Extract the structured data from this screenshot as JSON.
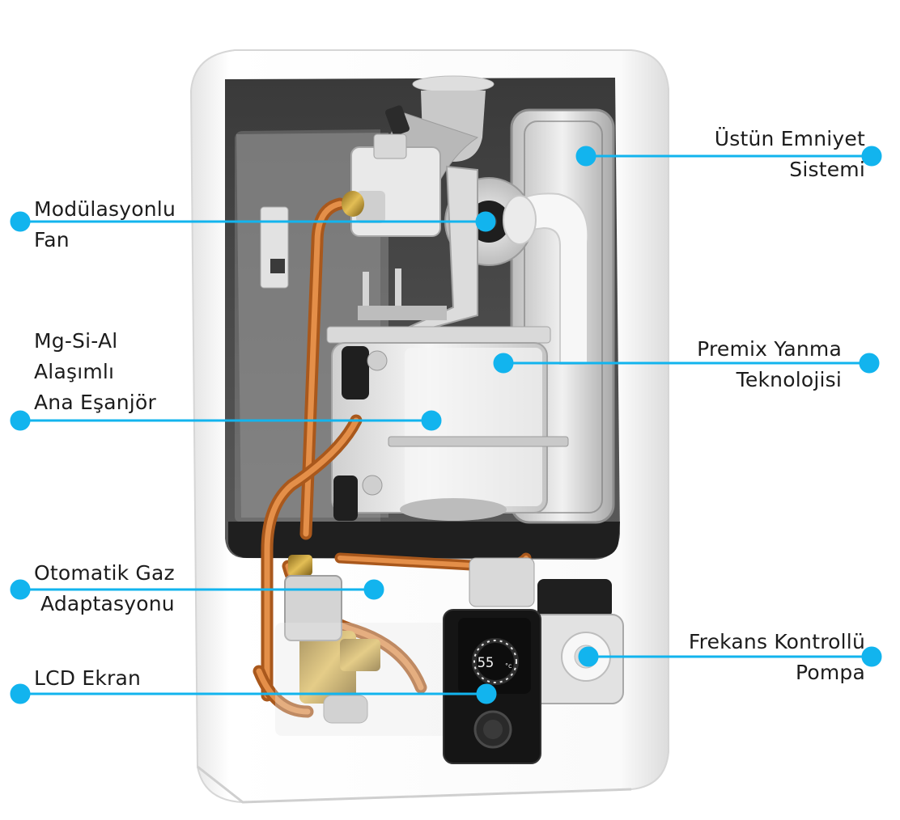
{
  "colors": {
    "accent": "#12b4ee",
    "text": "#1c1c1c",
    "copper": "#c8732c",
    "casing": "#f4f4f4",
    "panel": "#1a1a1a"
  },
  "display": {
    "temperature": "55",
    "unit": "°c"
  },
  "callouts": [
    {
      "id": "ustun-emniyet",
      "lines": [
        "Üstün Emniyet",
        "Sistemi"
      ]
    },
    {
      "id": "modulasyonlu-fan",
      "lines": [
        "Modülasyonlu",
        "Fan"
      ]
    },
    {
      "id": "mg-si-al",
      "lines": [
        "Mg-Si-Al",
        "Alaşımlı",
        "Ana Eşanjör"
      ]
    },
    {
      "id": "premix-yanma",
      "lines": [
        "Premix Yanma",
        "Teknolojisi"
      ]
    },
    {
      "id": "otomatik-gaz",
      "lines": [
        "Otomatik Gaz",
        "Adaptasyonu"
      ]
    },
    {
      "id": "frekans-kontrollu",
      "lines": [
        "Frekans Kontrollü",
        "Pompa"
      ]
    },
    {
      "id": "lcd-ekran",
      "lines": [
        "LCD Ekran"
      ]
    }
  ]
}
